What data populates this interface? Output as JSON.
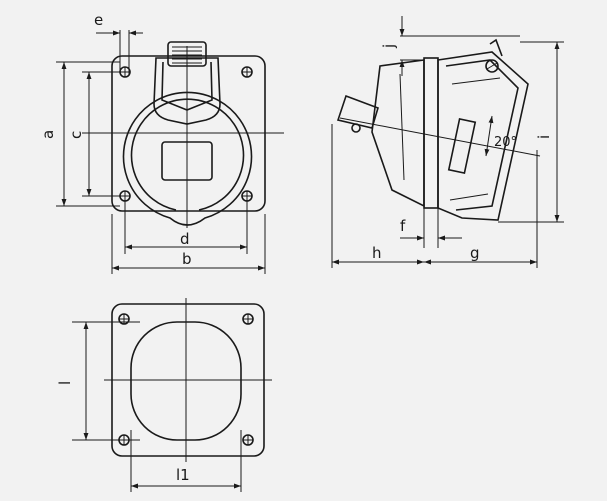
{
  "dimensions": {
    "a": "a",
    "b": "b",
    "c": "c",
    "d": "d",
    "e": "e",
    "f": "f",
    "g": "g",
    "h": "h",
    "i": "i",
    "j": "j",
    "l": "l",
    "l1": "l1"
  },
  "angle_label": "20°",
  "colors": {
    "line": "#1a1a1a",
    "background": "#f2f2f2",
    "fill": "#ffffff"
  }
}
